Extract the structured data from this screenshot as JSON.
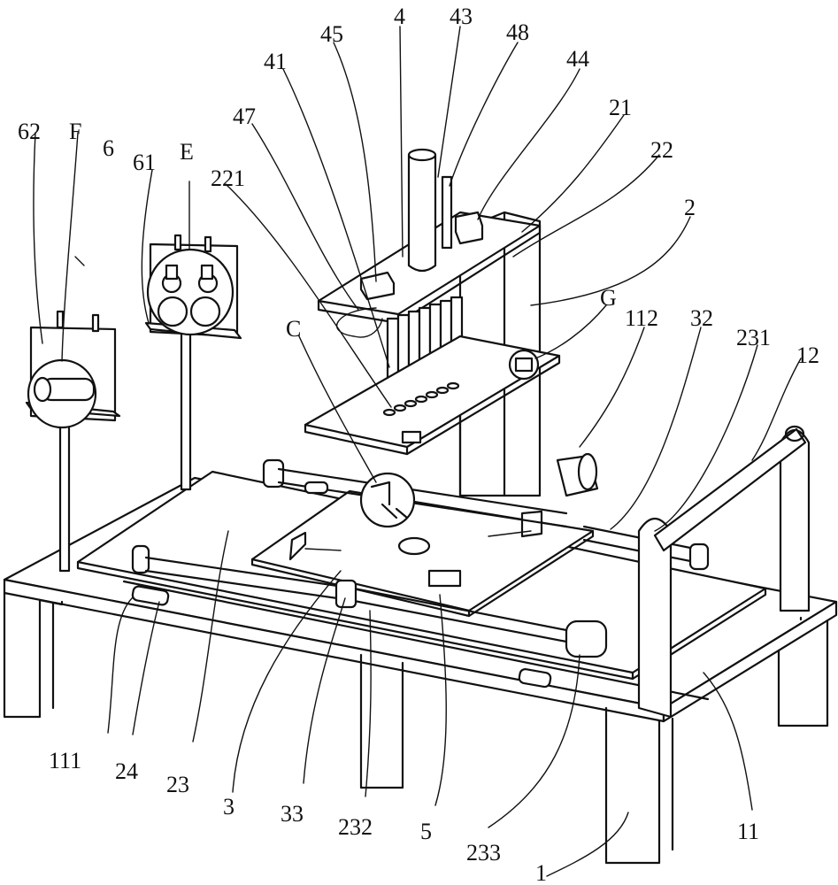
{
  "labels": {
    "l62": "62",
    "lF": "F",
    "l6": "6",
    "l61": "61",
    "lE": "E",
    "l221": "221",
    "l47": "47",
    "l41": "41",
    "l45": "45",
    "l4": "4",
    "l43": "43",
    "l48": "48",
    "l44": "44",
    "l21": "21",
    "l22": "22",
    "l2": "2",
    "lG": "G",
    "lC": "C",
    "l112": "112",
    "l32": "32",
    "l231": "231",
    "l12": "12",
    "l111": "111",
    "l24": "24",
    "l23": "23",
    "l3": "3",
    "l33": "33",
    "l232": "232",
    "l5": "5",
    "l233": "233",
    "l1": "1",
    "l11": "11"
  }
}
